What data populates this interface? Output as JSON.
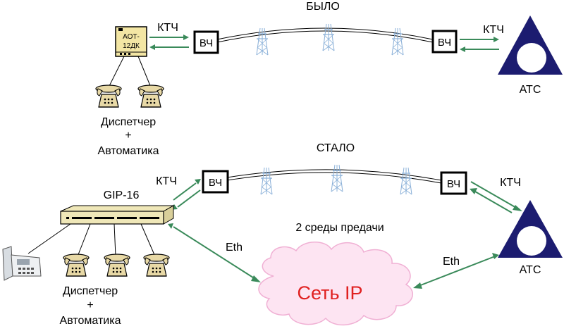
{
  "before": {
    "title": "БЫЛО",
    "left_ktch": "КТЧ",
    "right_ktch": "КТЧ",
    "hf_left": "ВЧ",
    "hf_right": "ВЧ",
    "device_line1": "АОТ-",
    "device_line2": "12ДК",
    "dispatcher_line1": "Диспетчер",
    "dispatcher_line2": "+",
    "dispatcher_line3": "Автоматика",
    "exchange": "АТС"
  },
  "after": {
    "title": "СТАЛО",
    "left_ktch": "КТЧ",
    "right_ktch": "КТЧ",
    "hf_left": "ВЧ",
    "hf_right": "ВЧ",
    "gateway": "GIP-16",
    "media_note": "2 среды предачи",
    "eth_left": "Eth",
    "eth_right": "Eth",
    "network": "Сеть IP",
    "dispatcher_line1": "Диспетчер",
    "dispatcher_line2": "+",
    "dispatcher_line3": "Автоматика",
    "exchange": "АТС"
  },
  "colors": {
    "arrow": "#3a8a5a",
    "tower": "#8ab0d8",
    "exchange": "#1c1c70",
    "cloud_fill": "#fde4f2",
    "cloud_stroke": "#f0b0d4",
    "network_text": "#e02020",
    "gateway": "#efe7b8",
    "phone": "#e8d9a6",
    "device": "#f3e6a4"
  }
}
